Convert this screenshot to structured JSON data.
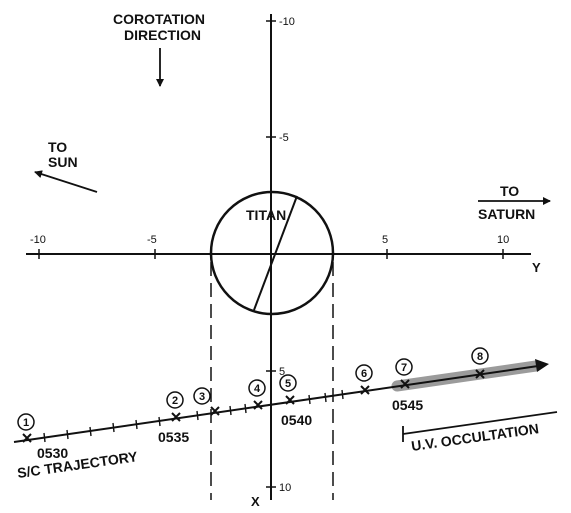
{
  "labels": {
    "corotation_line1": "COROTATION",
    "corotation_line2": "DIRECTION",
    "to_sun_line1": "TO",
    "to_sun_line2": "SUN",
    "to_saturn_line1": "TO",
    "to_saturn_line2": "SATURN",
    "titan": "TITAN",
    "trajectory": "S/C TRAJECTORY",
    "occultation": "U.V. OCCULTATION",
    "x_axis": "X",
    "y_axis": "Y"
  },
  "y_ticks": {
    "neg10": "-10",
    "neg5": "-5",
    "pos5": "5",
    "pos10": "10"
  },
  "x_ticks": {
    "neg10": "-10",
    "neg5": "-5",
    "pos5": "5",
    "pos10": "10"
  },
  "times": {
    "t0530": "0530",
    "t0535": "0535",
    "t0540": "0540",
    "t0545": "0545"
  },
  "points": [
    "1",
    "2",
    "3",
    "4",
    "5",
    "6",
    "7",
    "8"
  ],
  "colors": {
    "ink": "#111111",
    "occultation_band": "#8a8a8a"
  }
}
